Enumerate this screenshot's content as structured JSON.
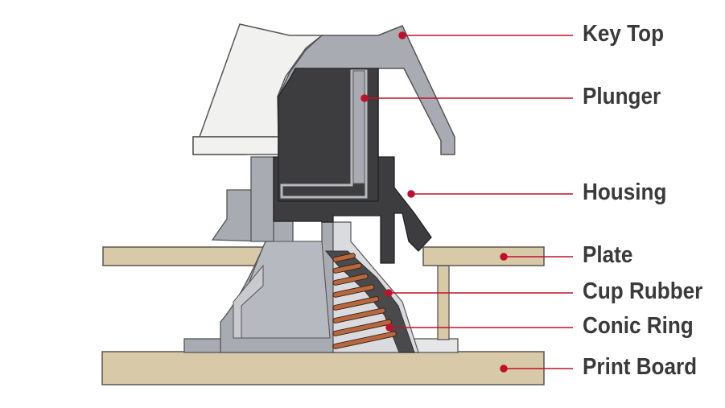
{
  "title": "",
  "colors": {
    "key_top_light": "#f1f1ef",
    "key_top_gray": "#a8abb2",
    "plunger_dark": "#3d3d3f",
    "housing_gray": "#c0c3c8",
    "plate_tan": "#d8c9a8",
    "board_tan": "#d8c9a8",
    "spring_copper": "#b8683e",
    "leader_red": "#c0112a",
    "label_text": "#3a3a3a"
  },
  "labels": {
    "key_top": "Key Top",
    "plunger": "Plunger",
    "housing": "Housing",
    "plate": "Plate",
    "cup_rubber": "Cup Rubber",
    "conic_ring": "Conic Ring",
    "print_board": "Print Board"
  }
}
